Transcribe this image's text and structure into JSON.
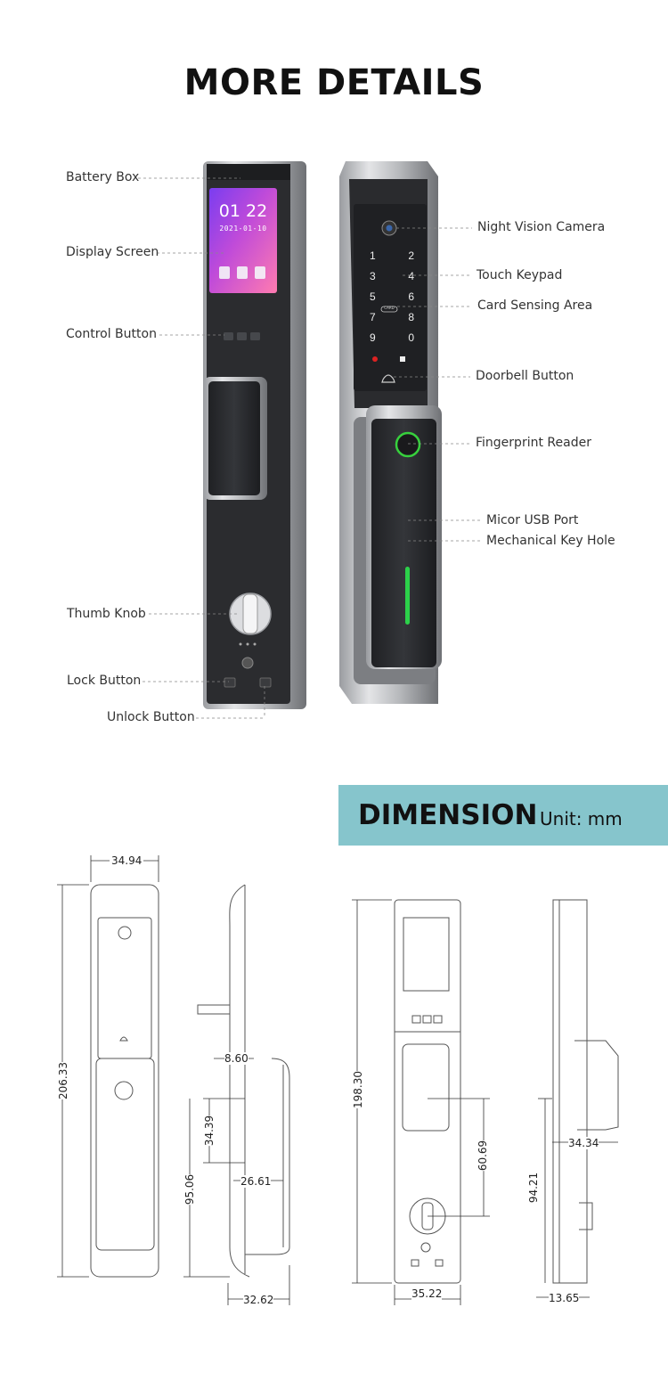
{
  "title": "MORE DETAILS",
  "screen": {
    "time": "01 22",
    "date": "2021-01-10"
  },
  "callouts": {
    "battery_box": "Battery Box",
    "display_screen": "Display Screen",
    "control_button": "Control Button",
    "thumb_knob": "Thumb Knob",
    "lock_button": "Lock Button",
    "unlock_button": "Unlock Button",
    "night_vision_camera": "Night Vision Camera",
    "touch_keypad": "Touch Keypad",
    "card_sensing_area": "Card Sensing Area",
    "doorbell_button": "Doorbell Button",
    "fingerprint_reader": "Fingerprint Reader",
    "micor_usb_port": "Micor USB Port",
    "mechanical_key_hole": "Mechanical Key Hole"
  },
  "keypad": {
    "rows": [
      [
        "1",
        "2"
      ],
      [
        "3",
        "4"
      ],
      [
        "5",
        "6"
      ],
      [
        "7",
        "8"
      ],
      [
        "9",
        "0"
      ]
    ],
    "card_label": "CARD"
  },
  "dimension": {
    "heading": "DIMENSION",
    "unit": "Unit: mm"
  },
  "dimensions": {
    "front_outer_width": "34.94",
    "front_outer_height": "206.33",
    "side_depth_top": "8.60",
    "side_handle_height": "34.39",
    "side_lower_height": "95.06",
    "side_handle_depth": "26.61",
    "side_total_depth": "32.62",
    "inner_height": "198.30",
    "inner_handle_height": "60.69",
    "inner_width": "35.22",
    "inner_side_lower": "94.21",
    "inner_side_handle": "34.34",
    "inner_side_depth": "13.65"
  }
}
